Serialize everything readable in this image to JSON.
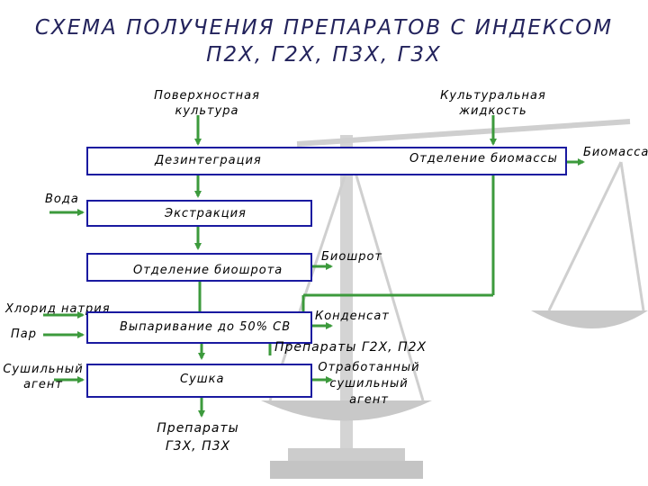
{
  "title": {
    "line1": "СХЕМА ПОЛУЧЕНИЯ ПРЕПАРАТОВ С ИНДЕКСОМ",
    "line2": "П2Х, Г2Х, П3Х, Г3Х"
  },
  "sources": {
    "surface_culture": [
      "Поверхностная",
      "культура"
    ],
    "culture_liquid": [
      "Культуральная",
      "жидкость"
    ]
  },
  "boxes": {
    "disintegration": "Дезинтеграция",
    "biomass_separation": "Отделение биомассы",
    "extraction": "Экстракция",
    "meal_separation": "Отделение биошрота",
    "evaporation": "Выпаривание до 50% СВ",
    "drying": "Сушка"
  },
  "inputs": {
    "water": "Вода",
    "salt": "Хлорид натрия",
    "steam": "Пар",
    "drying_agent": [
      "Сушильный",
      "агент"
    ]
  },
  "outputs": {
    "biomass": "Биомасса",
    "meal": "Биошрот",
    "condensate": "Конденсат",
    "preps_g2x_p2x": "Препараты Г2Х, П2Х",
    "spent_agent": [
      "Отработанный",
      "сушильный",
      "агент"
    ],
    "preps_g3x_p3x": [
      "Препараты",
      "Г3Х, П3Х"
    ]
  },
  "colors": {
    "box_border": "#1a1aa0",
    "flow_line": "#3c9a3c",
    "title": "#23235c",
    "scale_bg": "#c8c8c8"
  }
}
